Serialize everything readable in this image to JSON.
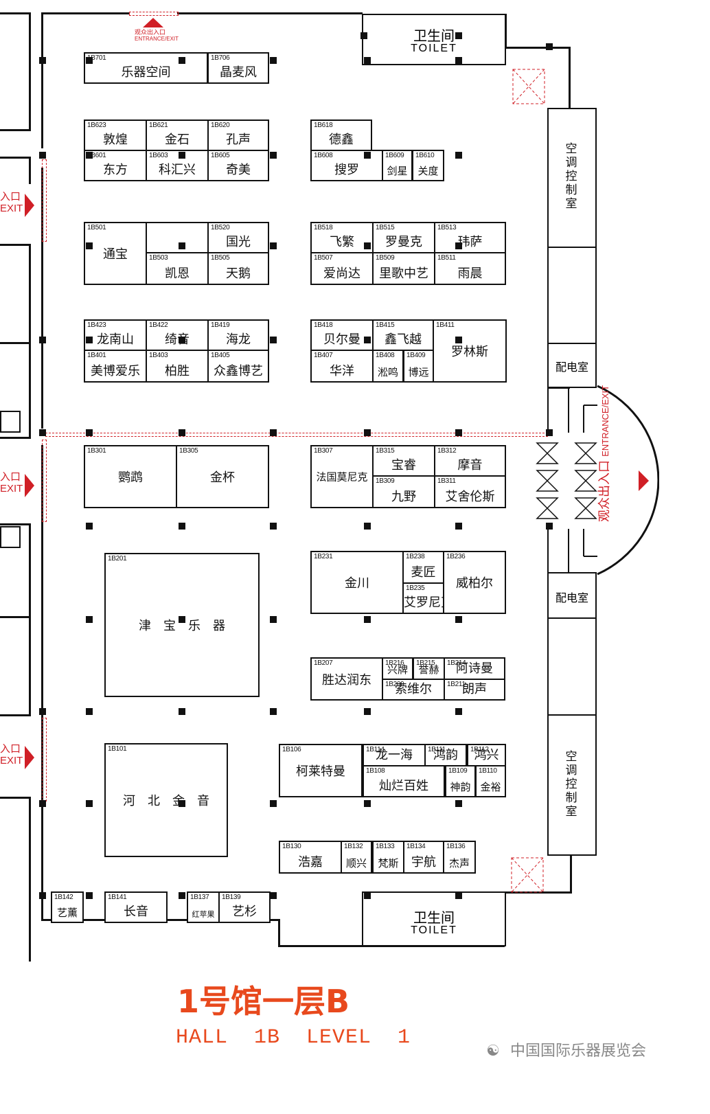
{
  "map": {
    "title_cn": "1号馆一层B",
    "title_en": "HALL  1B  LEVEL  1",
    "watermark": "中国国际乐器展览会",
    "entrance_top_cn": "观众出入口",
    "entrance_top_en": "ENTRANCE/EXIT",
    "left_exit_cn": "入口",
    "left_exit_en": "EXIT",
    "right_entrance_cn": "观众出入口",
    "right_entrance_en": "ENTRANCE/EXIT",
    "toilet_cn": "卫生间",
    "toilet_en": "TOILET",
    "ac_room": "空调控制室",
    "power_room": "配电室",
    "accent": "#d01f26"
  },
  "booths": [
    {
      "id": "1B701",
      "name": "乐器空间"
    },
    {
      "id": "1B706",
      "name": "晶麦风"
    },
    {
      "id": "1B623",
      "name": "敦煌"
    },
    {
      "id": "1B621",
      "name": "金石"
    },
    {
      "id": "1B620",
      "name": "孔声"
    },
    {
      "id": "1B601",
      "name": "东方"
    },
    {
      "id": "1B603",
      "name": "科汇兴"
    },
    {
      "id": "1B605",
      "name": "奇美"
    },
    {
      "id": "1B618",
      "name": "德鑫"
    },
    {
      "id": "1B608",
      "name": "搜罗"
    },
    {
      "id": "1B609",
      "name": "剑星"
    },
    {
      "id": "1B610",
      "name": "关度"
    },
    {
      "id": "1B501",
      "name": "通宝"
    },
    {
      "id": "",
      "name": ""
    },
    {
      "id": "1B520",
      "name": "国光"
    },
    {
      "id": "1B503",
      "name": "凯恩"
    },
    {
      "id": "1B505",
      "name": "天鹅"
    },
    {
      "id": "1B518",
      "name": "飞繁"
    },
    {
      "id": "1B515",
      "name": "罗曼克"
    },
    {
      "id": "1B513",
      "name": "玮萨"
    },
    {
      "id": "1B507",
      "name": "爱尚达"
    },
    {
      "id": "1B509",
      "name": "里歌中艺"
    },
    {
      "id": "1B511",
      "name": "雨晨"
    },
    {
      "id": "1B423",
      "name": "龙南山"
    },
    {
      "id": "1B422",
      "name": "绮音"
    },
    {
      "id": "1B419",
      "name": "海龙"
    },
    {
      "id": "1B401",
      "name": "美博爱乐"
    },
    {
      "id": "1B403",
      "name": "柏胜"
    },
    {
      "id": "1B405",
      "name": "众鑫博艺"
    },
    {
      "id": "1B418",
      "name": "贝尔曼"
    },
    {
      "id": "1B415",
      "name": "鑫飞越"
    },
    {
      "id": "1B411",
      "name": "罗林斯"
    },
    {
      "id": "1B407",
      "name": "华洋"
    },
    {
      "id": "1B408",
      "name": "淞鸣"
    },
    {
      "id": "1B409",
      "name": "博远"
    },
    {
      "id": "1B301",
      "name": "鹦鹉"
    },
    {
      "id": "1B305",
      "name": "金杯"
    },
    {
      "id": "1B307",
      "name": "法国莫尼克"
    },
    {
      "id": "1B315",
      "name": "宝睿"
    },
    {
      "id": "1B312",
      "name": "摩音"
    },
    {
      "id": "1B309",
      "name": "九野"
    },
    {
      "id": "1B311",
      "name": "艾舍伦斯"
    },
    {
      "id": "1B201",
      "name": "津　宝　乐　器"
    },
    {
      "id": "1B231",
      "name": "金川"
    },
    {
      "id": "1B238",
      "name": "麦匠"
    },
    {
      "id": "1B235",
      "name": "艾罗尼克"
    },
    {
      "id": "1B236",
      "name": "威柏尔"
    },
    {
      "id": "1B207",
      "name": "胜达润东"
    },
    {
      "id": "1B216",
      "name": "兴牌"
    },
    {
      "id": "1B215",
      "name": "誉赫"
    },
    {
      "id": "1B214",
      "name": "阿诗曼"
    },
    {
      "id": "1B209",
      "name": "索维尔"
    },
    {
      "id": "1B211",
      "name": "朗声"
    },
    {
      "id": "1B101",
      "name": "河　北　金　音"
    },
    {
      "id": "1B106",
      "name": "柯莱特曼"
    },
    {
      "id": "1B114",
      "name": "龙一海"
    },
    {
      "id": "1B111",
      "name": "鸿韵"
    },
    {
      "id": "1B112",
      "name": "鸿兴"
    },
    {
      "id": "1B108",
      "name": "灿烂百姓"
    },
    {
      "id": "1B109",
      "name": "神韵"
    },
    {
      "id": "1B110",
      "name": "金裕"
    },
    {
      "id": "1B130",
      "name": "浩嘉"
    },
    {
      "id": "1B132",
      "name": "顺兴"
    },
    {
      "id": "1B133",
      "name": "梵斯"
    },
    {
      "id": "1B134",
      "name": "宇航"
    },
    {
      "id": "1B136",
      "name": "杰声"
    },
    {
      "id": "1B142",
      "name": "艺薰"
    },
    {
      "id": "1B141",
      "name": "长音"
    },
    {
      "id": "1B137",
      "name": "红苹果"
    },
    {
      "id": "1B139",
      "name": "艺杉"
    }
  ]
}
